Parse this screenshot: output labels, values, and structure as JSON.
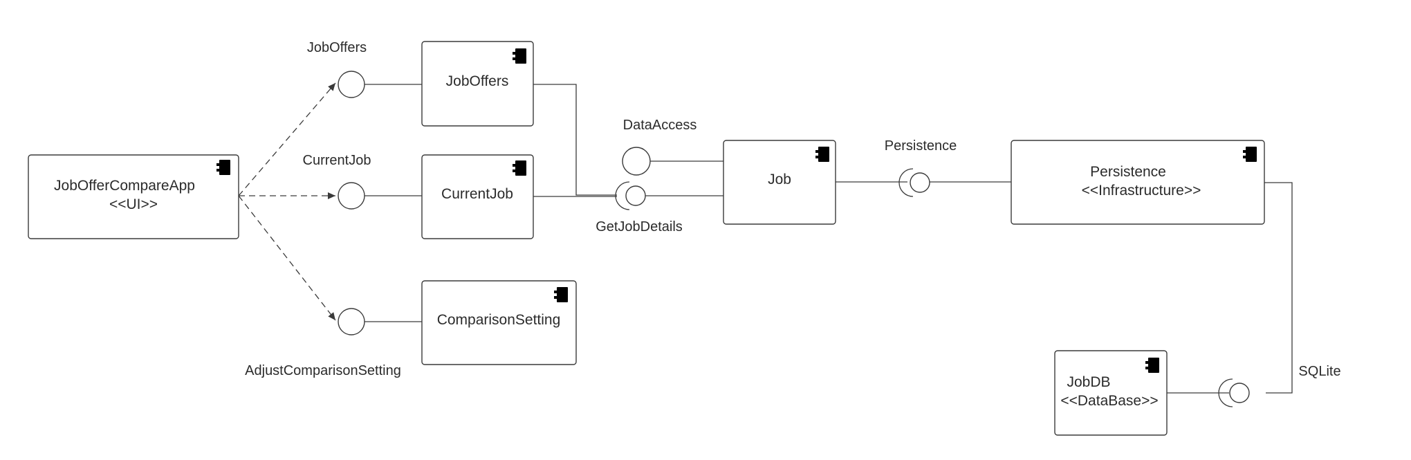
{
  "components": {
    "app": {
      "name": "JobOfferCompareApp",
      "stereotype": "<<UI>>"
    },
    "joboffers": {
      "name": "JobOffers"
    },
    "currentjob": {
      "name": "CurrentJob"
    },
    "comparison": {
      "name": "ComparisonSetting"
    },
    "job": {
      "name": "Job"
    },
    "persistence": {
      "name": "Persistence",
      "stereotype": "<<Infrastructure>>"
    },
    "jobdb": {
      "name": "JobDB",
      "stereotype": "<<DataBase>>"
    }
  },
  "interfaces": {
    "joboffers": "JobOffers",
    "currentjob": "CurrentJob",
    "adjust": "AdjustComparisonSetting",
    "dataaccess": "DataAccess",
    "getjobdetails": "GetJobDetails",
    "persistence": "Persistence",
    "sqlite": "SQLite"
  }
}
